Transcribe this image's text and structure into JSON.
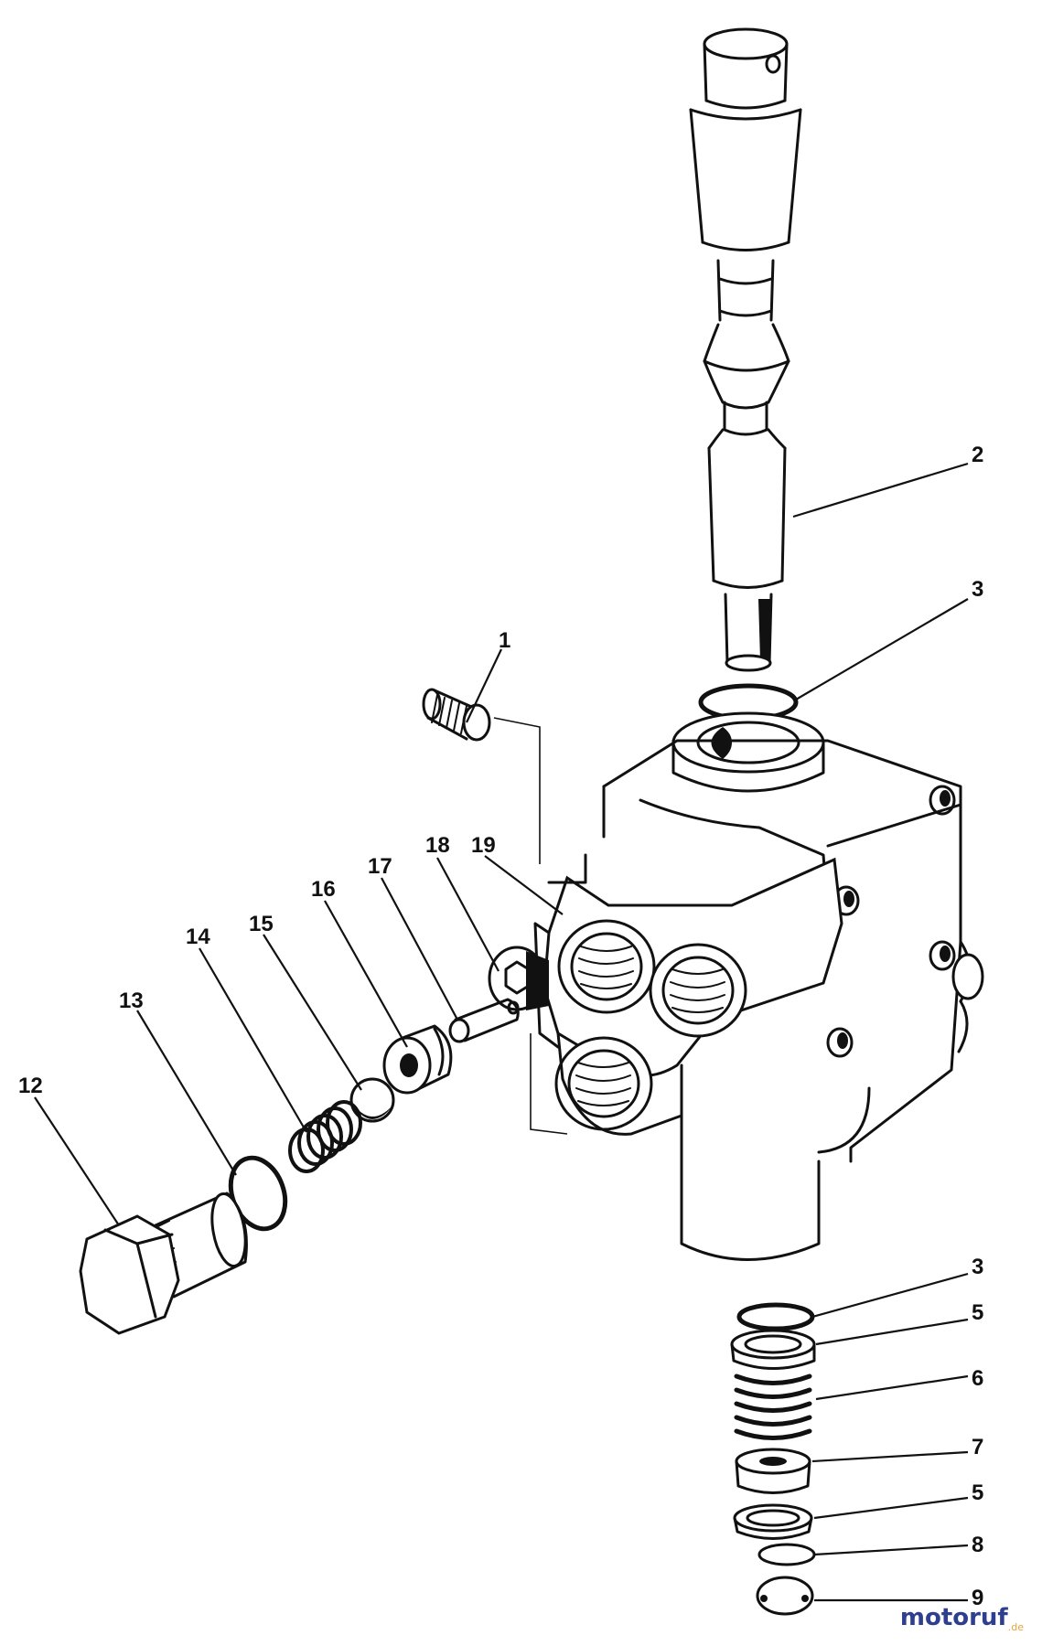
{
  "labels": [
    {
      "id": "1",
      "text": "1"
    },
    {
      "id": "2",
      "text": "2"
    },
    {
      "id": "3a",
      "text": "3"
    },
    {
      "id": "3b",
      "text": "3"
    },
    {
      "id": "5a",
      "text": "5"
    },
    {
      "id": "6",
      "text": "6"
    },
    {
      "id": "7",
      "text": "7"
    },
    {
      "id": "5b",
      "text": "5"
    },
    {
      "id": "8",
      "text": "8"
    },
    {
      "id": "9",
      "text": "9"
    },
    {
      "id": "12",
      "text": "12"
    },
    {
      "id": "13",
      "text": "13"
    },
    {
      "id": "14",
      "text": "14"
    },
    {
      "id": "15",
      "text": "15"
    },
    {
      "id": "16",
      "text": "16"
    },
    {
      "id": "17",
      "text": "17"
    },
    {
      "id": "18",
      "text": "18"
    },
    {
      "id": "19",
      "text": "19"
    }
  ],
  "watermark": {
    "brand_part1": "motoruf",
    "brand_part2": ".de",
    "colors": {
      "part1": "#2f3f8f",
      "part2": "#e8a33a"
    }
  }
}
